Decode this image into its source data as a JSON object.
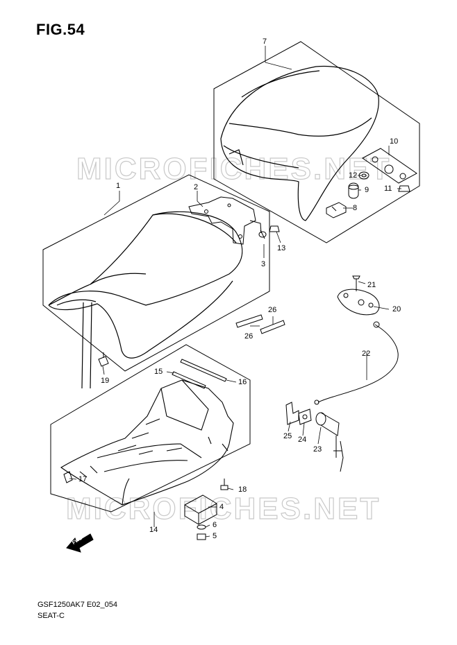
{
  "figure": {
    "title": "FIG.54"
  },
  "footer": {
    "model_code": "GSF1250AK7 E02_054",
    "section_name": "SEAT-C"
  },
  "watermark": {
    "text": "MICROFICHES.NET"
  },
  "fwd_badge": {
    "text": "FWD"
  },
  "callouts": {
    "p1": "1",
    "p2": "2",
    "p3": "3",
    "p4": "4",
    "p5": "5",
    "p6": "6",
    "p7": "7",
    "p8": "8",
    "p9": "9",
    "p10": "10",
    "p11": "11",
    "p12": "12",
    "p13": "13",
    "p14": "14",
    "p15": "15",
    "p16": "16",
    "p17": "17",
    "p18": "18",
    "p19": "19",
    "p20": "20",
    "p21": "21",
    "p22": "22",
    "p23": "23",
    "p24": "24",
    "p25": "25",
    "p26a": "26",
    "p26b": "26"
  },
  "colors": {
    "line": "#000000",
    "watermark": "#c8c8c8",
    "background": "#ffffff"
  }
}
